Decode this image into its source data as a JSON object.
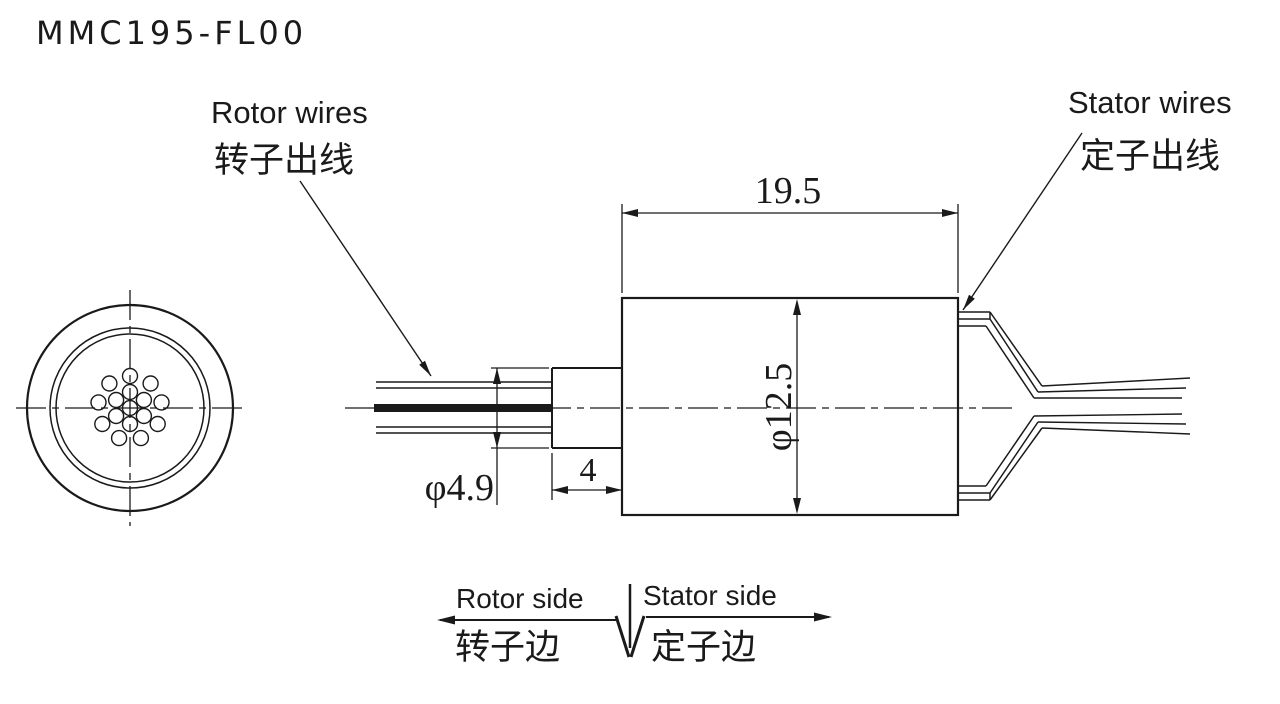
{
  "title": "MMC195-FL00",
  "callouts": {
    "rotor_wires": {
      "en": "Rotor wires",
      "zh": "转子出线"
    },
    "stator_wires": {
      "en": "Stator wires",
      "zh": "定子出线"
    }
  },
  "dimensions": {
    "body_length": "19.5",
    "body_diameter": "φ12.5",
    "wire_bundle_diameter": "φ4.9",
    "collar_length": "4"
  },
  "legend": {
    "rotor_side": {
      "en": "Rotor side",
      "zh": "转子边"
    },
    "stator_side": {
      "en": "Stator side",
      "zh": "定子边"
    }
  },
  "colors": {
    "line": "#1a1a1a",
    "background": "#ffffff"
  }
}
